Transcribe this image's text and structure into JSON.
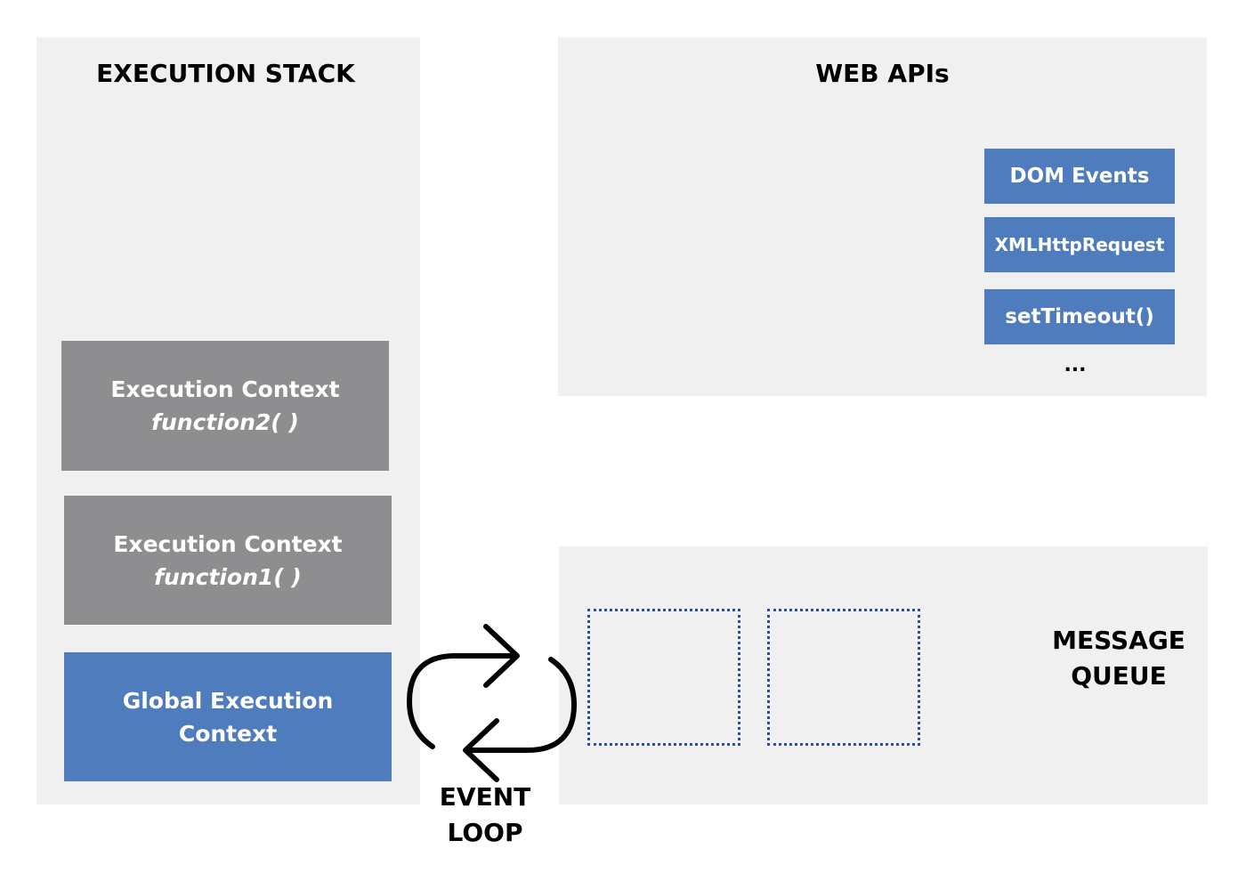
{
  "execution_stack": {
    "title": "EXECUTION STACK",
    "contexts": [
      {
        "label": "Execution Context",
        "function": "function2( )",
        "color": "#8e8e90"
      },
      {
        "label": "Execution Context",
        "function": "function1( )",
        "color": "#8e8e90"
      },
      {
        "label_line1": "Global Execution",
        "label_line2": "Context",
        "color": "#4f7cbd"
      }
    ]
  },
  "web_apis": {
    "title": "WEB APIs",
    "items": [
      "DOM Events",
      "XMLHttpRequest",
      "setTimeout()"
    ],
    "more": "...",
    "item_color": "#4f7cbd"
  },
  "message_queue": {
    "label_line1": "MESSAGE",
    "label_line2": "QUEUE",
    "slot_border_color": "#2a4fa8"
  },
  "event_loop": {
    "icon": "loop-arrows-icon",
    "label_line1": "EVENT",
    "label_line2": "LOOP"
  }
}
